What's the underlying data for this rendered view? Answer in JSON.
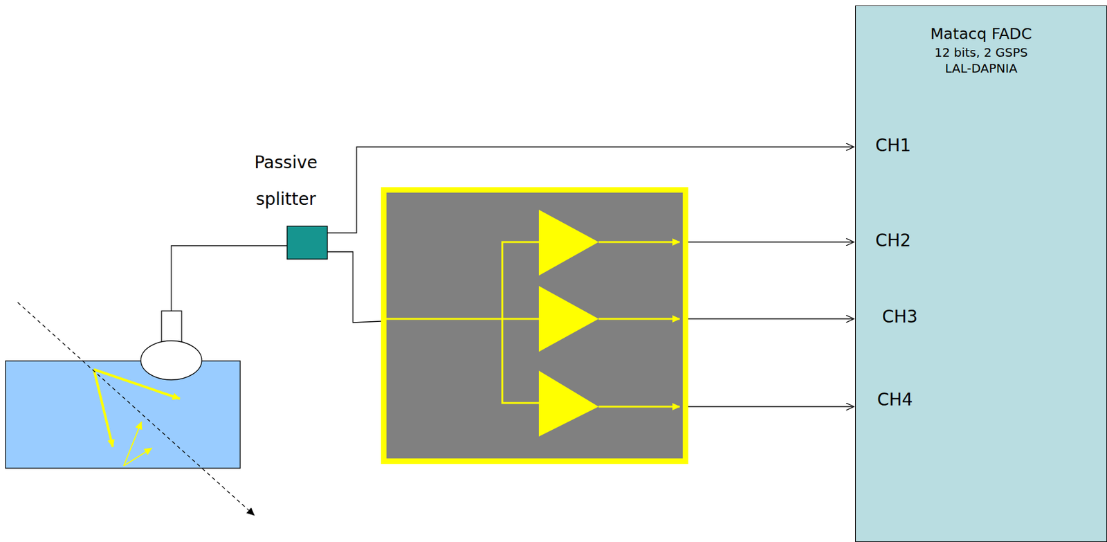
{
  "diagram": {
    "nodes": [
      {
        "text": [
          "Matacq FADC",
          "12 bits, 2 GSPS LAL-DAPNIA"
        ]
      }
    ],
    "labels": [
      "Passive splitter",
      "CH1",
      "CH2",
      "CH3",
      "CH4"
    ]
  }
}
